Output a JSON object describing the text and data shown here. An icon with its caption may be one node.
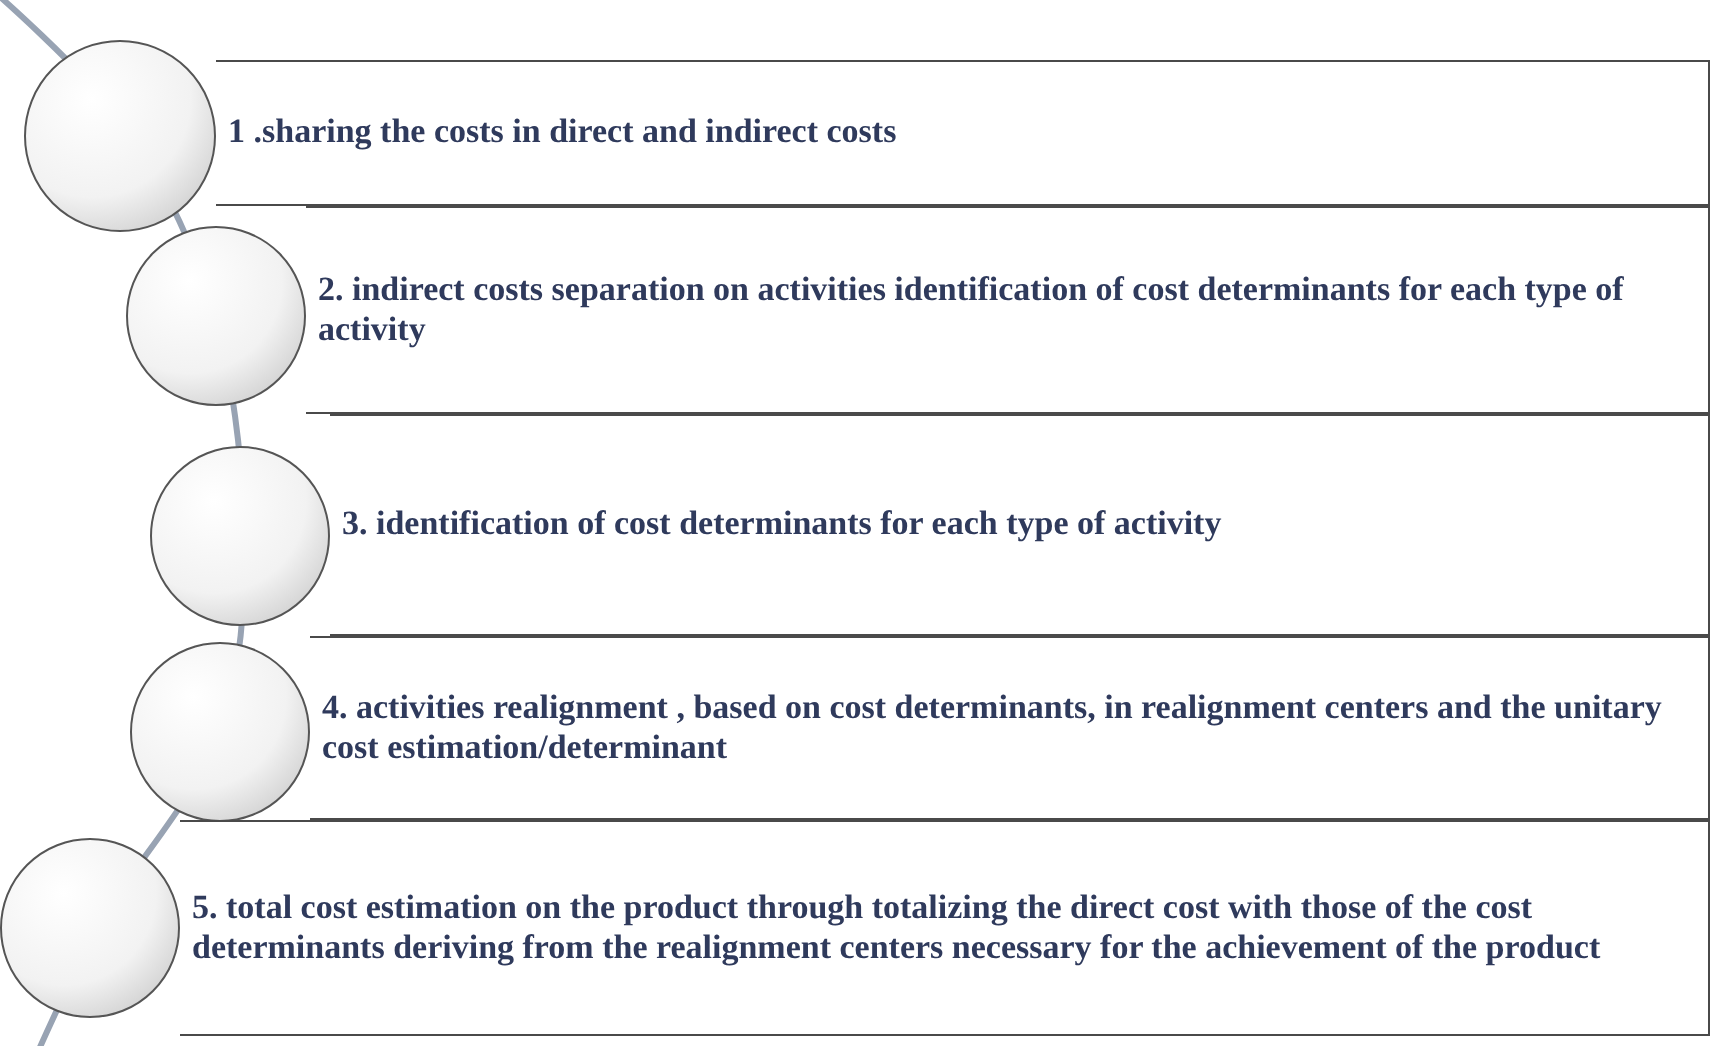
{
  "diagram": {
    "nodes": [
      {
        "text": [],
        "shape": "circle"
      },
      {
        "text": [
          "1 .sharing the costs in direct and indirect costs"
        ]
      },
      {
        "text": [],
        "shape": "circle"
      },
      {
        "text": [
          "2. indirect costs separation on activities identification of cost determinants for each type of activity"
        ]
      },
      {
        "text": [],
        "shape": "circle"
      },
      {
        "text": [
          "3. identification of cost determinants for each type of activity"
        ]
      },
      {
        "text": [],
        "shape": "circle"
      },
      {
        "text": [
          "4. activities realignment , based on cost determinants, in realignment centers and the unitary cost estimation/determinant"
        ]
      },
      {
        "text": [],
        "shape": "circle"
      },
      {
        "text": [
          "5. total cost estimation on the product through totalizing the direct cost with those of the cost determinants deriving from the realignment centers necessary for the achievement of the product"
        ]
      }
    ]
  }
}
